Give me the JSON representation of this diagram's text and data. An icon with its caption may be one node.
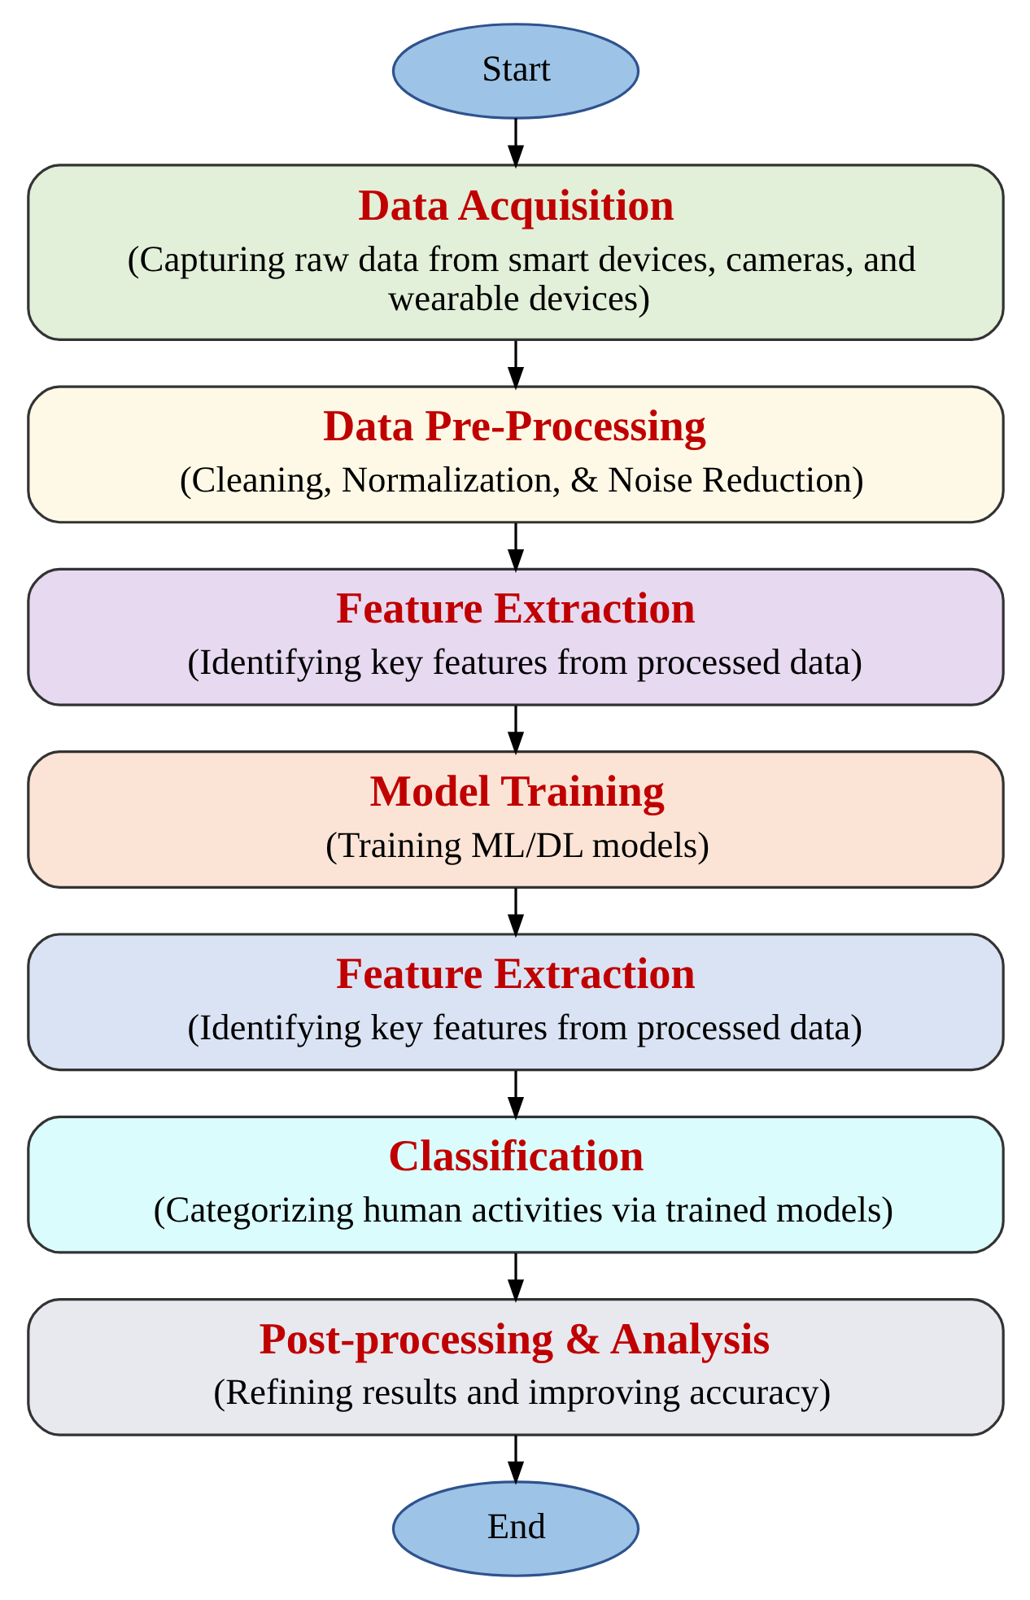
{
  "diagram": {
    "nodes": [
      {
        "text": [
          "Start"
        ]
      },
      {
        "text": [
          "Data Acquisition",
          "(Capturing raw data from smart devices, cameras, and wearable devices)"
        ]
      },
      {
        "text": [
          "Data Pre-Processing",
          "(Cleaning, Normalization, & Noise Reduction)"
        ]
      },
      {
        "text": [
          "Feature Extraction",
          "(Identifying key features from processed data)"
        ]
      },
      {
        "text": [
          "Model Training",
          "(Training ML/DL models)"
        ]
      },
      {
        "text": [
          "Feature Extraction",
          "(Identifying key features from processed data)"
        ]
      },
      {
        "text": [
          "Classification",
          "(Categorizing human activities via trained models)"
        ]
      },
      {
        "text": [
          "Post-processing & Analysis",
          "(Refining results and improving accuracy)"
        ]
      },
      {
        "text": [
          "End"
        ]
      }
    ],
    "edges": [
      {
        "from": 0,
        "to": 1,
        "arrow": "to"
      },
      {
        "from": 1,
        "to": 2,
        "arrow": "to"
      },
      {
        "from": 2,
        "to": 3,
        "arrow": "to"
      },
      {
        "from": 3,
        "to": 4,
        "arrow": "to"
      },
      {
        "from": 4,
        "to": 5,
        "arrow": "to"
      },
      {
        "from": 5,
        "to": 6,
        "arrow": "to"
      },
      {
        "from": 6,
        "to": 7,
        "arrow": "to"
      },
      {
        "from": 7,
        "to": 8,
        "arrow": "to"
      }
    ]
  }
}
